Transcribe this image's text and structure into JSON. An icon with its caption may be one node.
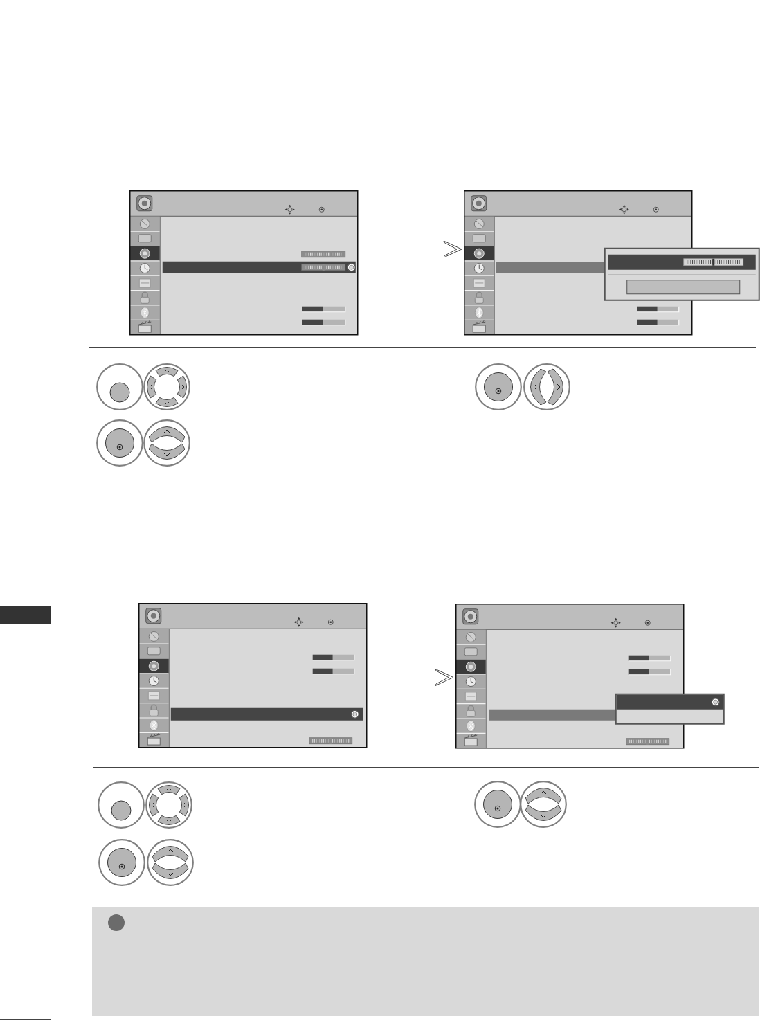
{
  "diagram": {
    "nodes": [
      {
        "text": [],
        "shape": "picture"
      },
      {
        "text": [],
        "shape": "picture"
      },
      {
        "text": [],
        "shape": "bar"
      },
      {
        "text": [],
        "shape": "picture"
      },
      {
        "text": [],
        "shape": "picture"
      }
    ],
    "edges": [
      {
        "from": 0,
        "to": 1,
        "arrow": "to"
      },
      {
        "from": 3,
        "to": 4,
        "arrow": "to"
      }
    ]
  }
}
